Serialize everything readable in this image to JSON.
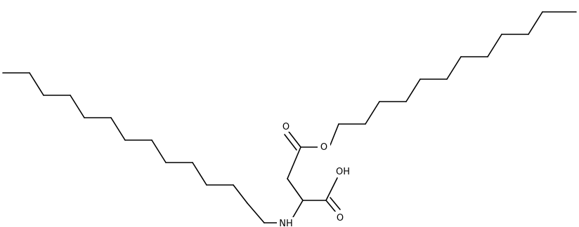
{
  "molecule": {
    "colors": {
      "bond": "#000000",
      "background": "#ffffff"
    },
    "atoms": {
      "carbonyl_o": "O",
      "ester_o": "O",
      "hydroxyl": "OH",
      "acid_o": "O",
      "amine": "NH"
    }
  }
}
